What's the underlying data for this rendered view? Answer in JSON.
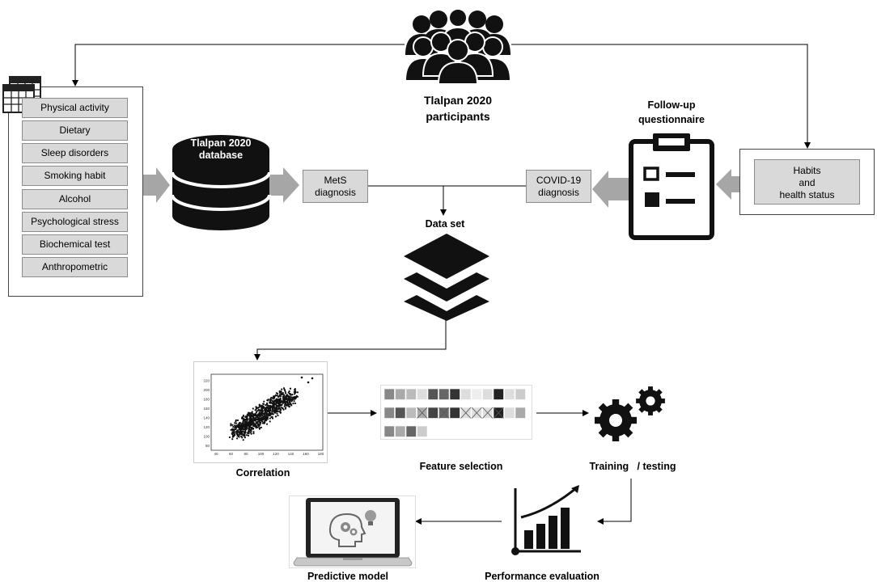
{
  "participants": {
    "label_line1": "Tlalpan 2020",
    "label_line2": "participants"
  },
  "variables": [
    "Physical activity",
    "Dietary",
    "Sleep disorders",
    "Smoking habit",
    "Alcohol",
    "Psychological stress",
    "Biochemical test",
    "Anthropometric"
  ],
  "database": {
    "label_line1": "Tlalpan 2020",
    "label_line2": "database"
  },
  "mets": {
    "line1": "MetS",
    "line2": "diagnosis"
  },
  "covid": {
    "line1": "COVID-19",
    "line2": "diagnosis"
  },
  "followup": {
    "line1": "Follow-up",
    "line2": "questionnaire"
  },
  "habits": {
    "line1": "Habits",
    "line2": "and",
    "line3": "health status"
  },
  "dataset": {
    "label": "Data set"
  },
  "correlation": {
    "label": "Correlation",
    "y_ticks": [
      "220",
      "200",
      "180",
      "160",
      "140",
      "120",
      "100",
      "80"
    ],
    "x_ticks": [
      "40",
      "60",
      "80",
      "100",
      "120",
      "140",
      "160",
      "180"
    ]
  },
  "feature_selection": {
    "label": "Feature selection"
  },
  "training": {
    "label": "Training   / testing"
  },
  "performance": {
    "label": "Performance evaluation"
  },
  "predictive": {
    "label": "Predictive model"
  }
}
